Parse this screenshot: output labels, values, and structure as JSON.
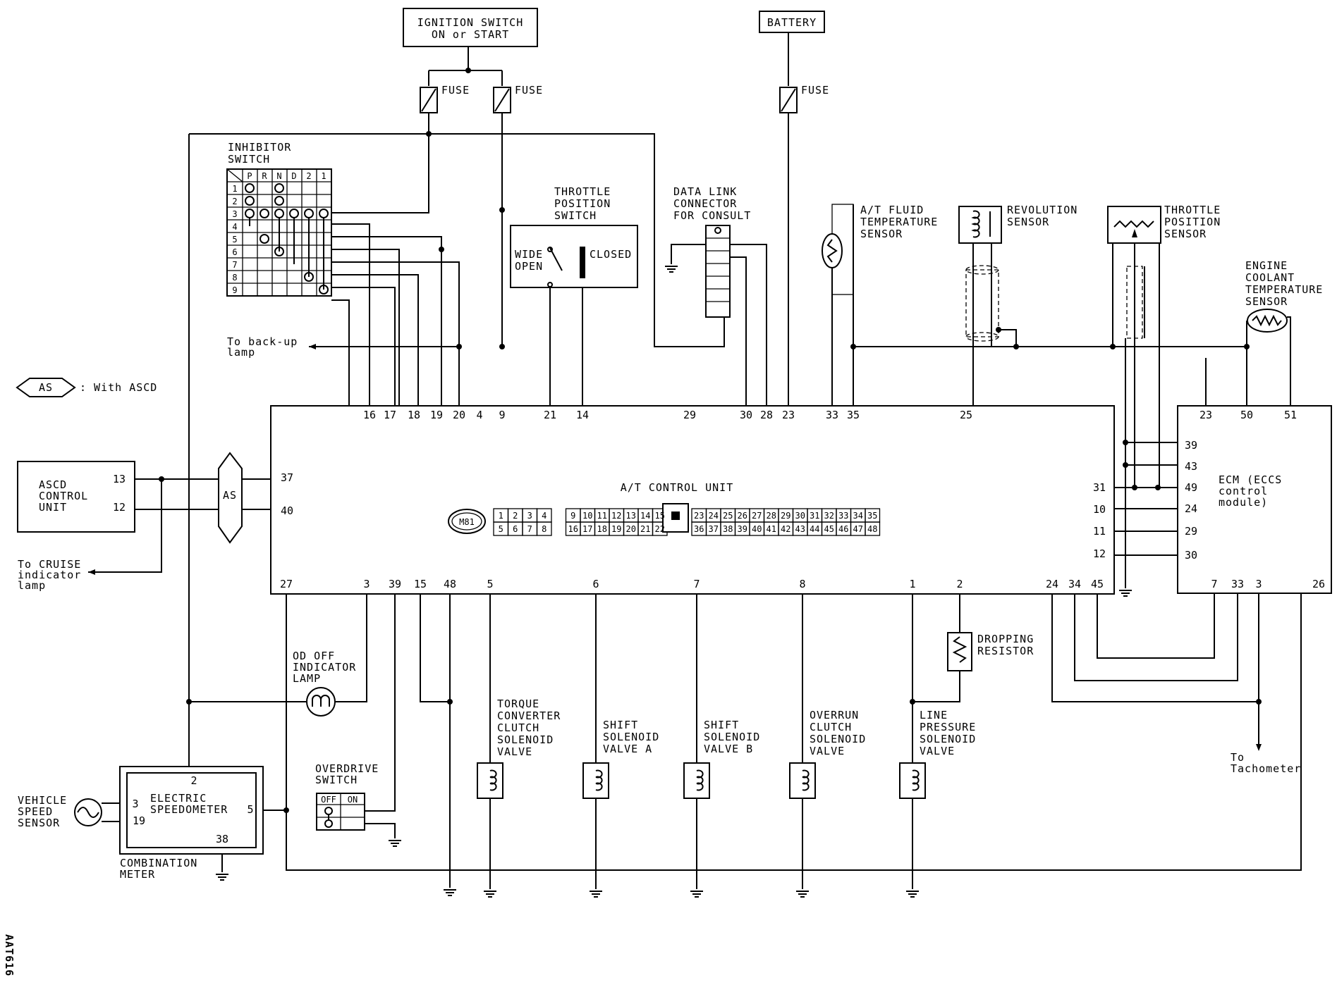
{
  "labels": {
    "ignition_switch": [
      "IGNITION SWITCH",
      "ON or START"
    ],
    "battery": "BATTERY",
    "fuse": "FUSE",
    "inhibitor_switch": [
      "INHIBITOR",
      "SWITCH"
    ],
    "inhibitor_cols": [
      "P",
      "R",
      "N",
      "D",
      "2",
      "1"
    ],
    "inhibitor_rows": [
      "1",
      "2",
      "3",
      "4",
      "5",
      "6",
      "7",
      "8",
      "9"
    ],
    "throttle_position_switch": [
      "THROTTLE",
      "POSITION",
      "SWITCH"
    ],
    "wide_open": [
      "WIDE",
      "OPEN"
    ],
    "closed": "CLOSED",
    "data_link_connector": [
      "DATA LINK",
      "CONNECTOR",
      "FOR CONSULT"
    ],
    "at_fluid_temp_sensor": [
      "A/T FLUID",
      "TEMPERATURE",
      "SENSOR"
    ],
    "revolution_sensor": [
      "REVOLUTION",
      "SENSOR"
    ],
    "throttle_position_sensor": [
      "THROTTLE",
      "POSITION",
      "SENSOR"
    ],
    "engine_coolant_temp_sensor": [
      "ENGINE",
      "COOLANT",
      "TEMPERATURE",
      "SENSOR"
    ],
    "to_backup_lamp": [
      "To back-up",
      "lamp"
    ],
    "as_legend_tag": "AS",
    "as_legend_text": ": With ASCD",
    "ascd_control_unit": [
      "ASCD",
      "CONTROL",
      "UNIT"
    ],
    "ascd_pins": [
      "13",
      "12"
    ],
    "as_connector": "AS",
    "to_cruise_lamp": [
      "To CRUISE",
      "indicator",
      "lamp"
    ],
    "at_control_unit": "A/T CONTROL UNIT",
    "connector_id": "M81",
    "connector_rows": [
      [
        "1",
        "2",
        "3",
        "4",
        "",
        "9",
        "10",
        "11",
        "12",
        "13",
        "14",
        "15"
      ],
      [
        "5",
        "6",
        "7",
        "8",
        "",
        "16",
        "17",
        "18",
        "19",
        "20",
        "21",
        "22"
      ],
      [
        "23",
        "24",
        "25",
        "26",
        "27",
        "28",
        "29",
        "30",
        "31",
        "32",
        "33",
        "34",
        "35"
      ],
      [
        "36",
        "37",
        "38",
        "39",
        "40",
        "41",
        "42",
        "43",
        "44",
        "45",
        "46",
        "47",
        "48"
      ]
    ],
    "tcu_top_pins": [
      "16",
      "17",
      "18",
      "19",
      "20",
      "4",
      "9",
      "21",
      "14",
      "29",
      "30",
      "28",
      "23",
      "33",
      "35",
      "25"
    ],
    "tcu_left_pins": [
      "37",
      "40"
    ],
    "tcu_right_pins": [
      "31",
      "10",
      "11",
      "12"
    ],
    "tcu_bottom_pins": [
      "27",
      "3",
      "39",
      "15",
      "48",
      "5",
      "6",
      "7",
      "8",
      "1",
      "2",
      "24",
      "34",
      "45"
    ],
    "ecm": [
      "ECM (ECCS",
      "control",
      "module)"
    ],
    "ecm_top_pins": [
      "23",
      "50",
      "51"
    ],
    "ecm_left_pins": [
      "39",
      "43",
      "49",
      "24",
      "29",
      "30"
    ],
    "ecm_bottom_pins": [
      "7",
      "33",
      "3",
      "26"
    ],
    "od_off_lamp": [
      "OD OFF",
      "INDICATOR",
      "LAMP"
    ],
    "overdrive_switch": [
      "OVERDRIVE",
      "SWITCH"
    ],
    "od_switch_states": [
      "OFF",
      "ON"
    ],
    "torque_converter_valve": [
      "TORQUE",
      "CONVERTER",
      "CLUTCH",
      "SOLENOID",
      "VALVE"
    ],
    "shift_solenoid_a": [
      "SHIFT",
      "SOLENOID",
      "VALVE A"
    ],
    "shift_solenoid_b": [
      "SHIFT",
      "SOLENOID",
      "VALVE B"
    ],
    "overrun_clutch_valve": [
      "OVERRUN",
      "CLUTCH",
      "SOLENOID",
      "VALVE"
    ],
    "line_pressure_valve": [
      "LINE",
      "PRESSURE",
      "SOLENOID",
      "VALVE"
    ],
    "dropping_resistor": [
      "DROPPING",
      "RESISTOR"
    ],
    "to_tachometer": [
      "To",
      "Tachometer"
    ],
    "vehicle_speed_sensor": [
      "VEHICLE",
      "SPEED",
      "SENSOR"
    ],
    "electric_speedometer": [
      "ELECTRIC",
      "SPEEDOMETER"
    ],
    "speedo_pins": [
      "2",
      "3",
      "19",
      "5",
      "38"
    ],
    "combination_meter": [
      "COMBINATION",
      "METER"
    ],
    "figure_code": "AAT616"
  }
}
